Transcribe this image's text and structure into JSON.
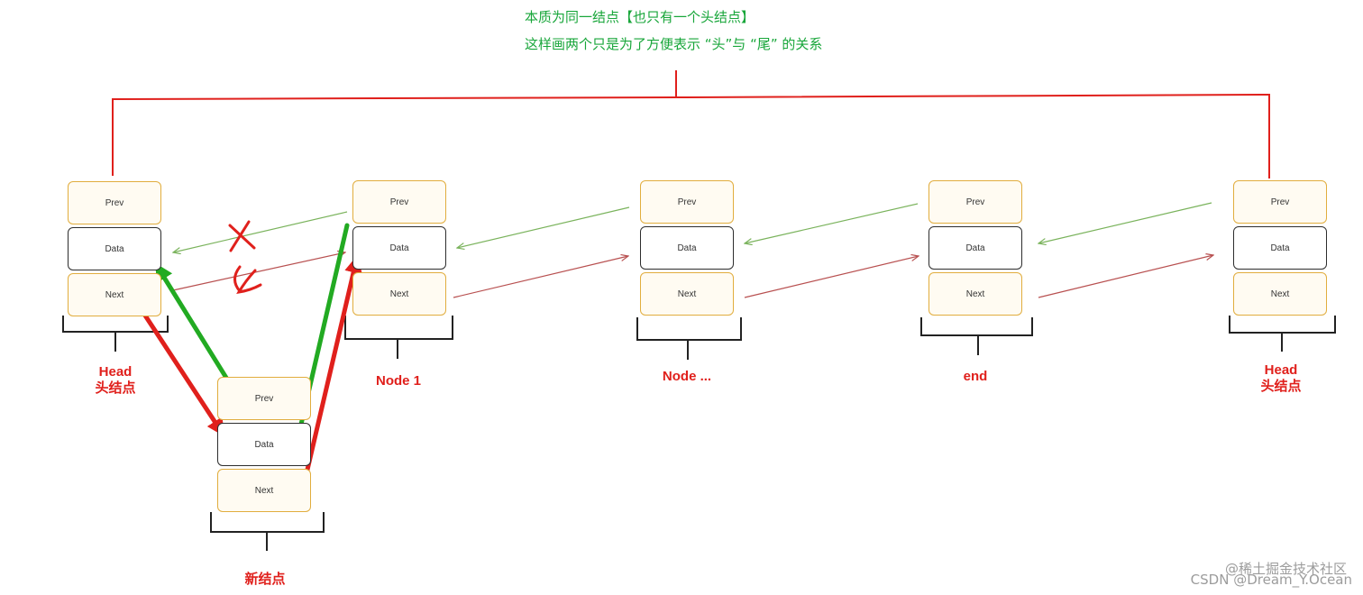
{
  "annotation": {
    "line1": "本质为同一结点【也只有一个头结点】",
    "line2": "这样画两个只是为了方便表示 “头”与 “尾” 的关系"
  },
  "cell_labels": {
    "prev": "Prev",
    "data": "Data",
    "next": "Next"
  },
  "nodes": [
    {
      "id": "head-left",
      "label": "Head\n头结点"
    },
    {
      "id": "node-1",
      "label": "Node 1"
    },
    {
      "id": "node-more",
      "label": "Node ..."
    },
    {
      "id": "end",
      "label": "end"
    },
    {
      "id": "head-right",
      "label": "Head\n头结点"
    },
    {
      "id": "new-node",
      "label": "新结点"
    }
  ],
  "colors": {
    "annotation": "#18a63a",
    "label": "#e0201c",
    "cell_border": "#e1ad3e",
    "data_border": "#2d2d2d",
    "link_red": "#e0201c",
    "link_green": "#22aa22",
    "thin_red": "#b85050",
    "thin_green": "#7ab35c"
  },
  "watermark": {
    "line1": "@稀土掘金技术社区",
    "line2": "CSDN @Dream_Y.Ocean"
  }
}
